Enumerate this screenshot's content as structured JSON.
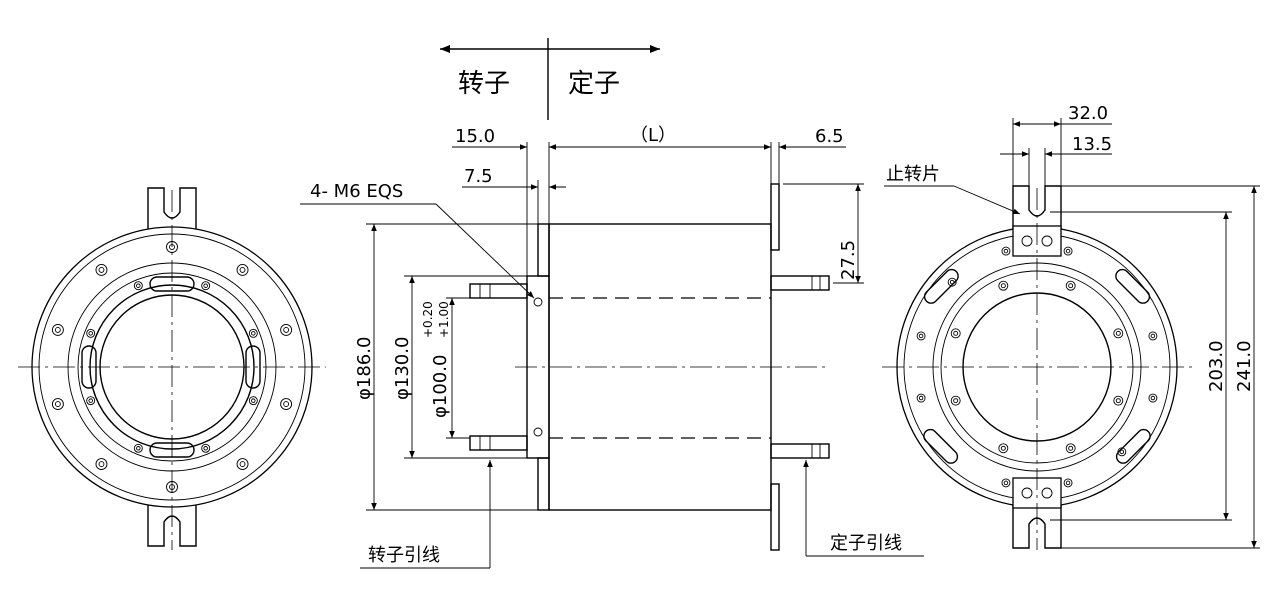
{
  "header": {
    "rotor_label": "转子",
    "stator_label": "定子"
  },
  "dimensions": {
    "rotor_flange": "15.0",
    "rotor_flange_half": "7.5",
    "length": "（L）",
    "stator_flange": "6.5",
    "thread_callout": "4- M6 EQS",
    "stator_tab_height": "27.5",
    "outer_diameter": "φ186.0",
    "bolt_circle": "φ130.0",
    "bore": "φ100.0",
    "bore_tol_upper": "+0.20",
    "bore_tol_lower": "+1.00",
    "tab_width": "32.0",
    "slot_width": "13.5",
    "inner_span": "203.0",
    "outer_span": "241.0"
  },
  "labels": {
    "rotor_leads": "转子引线",
    "stator_leads": "定子引线",
    "anti_rotation_tab": "止转片"
  },
  "colors": {
    "line": "#000000",
    "background": "#ffffff"
  }
}
